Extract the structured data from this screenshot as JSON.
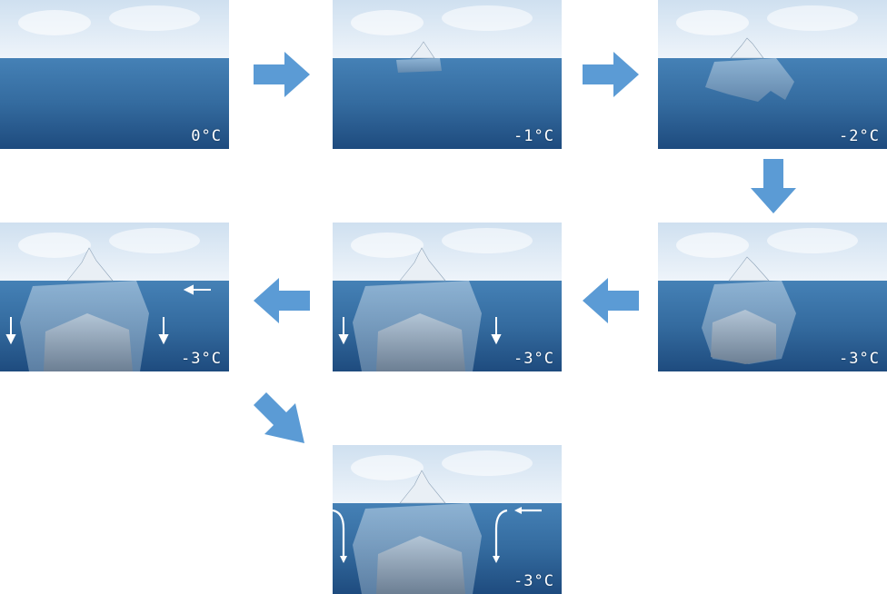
{
  "colors": {
    "sky_top": "#c9dcef",
    "sky_bottom": "#eef4fa",
    "water_top": "#3f78ad",
    "water_bottom": "#1f4f84",
    "arrow": "#5b9bd5",
    "ice": "#b8cfe4",
    "flow_arrow": "#ffffff"
  },
  "panels": [
    {
      "temp": "0°C",
      "stage": "open-water"
    },
    {
      "temp": "-1°C",
      "stage": "small-iceberg"
    },
    {
      "temp": "-2°C",
      "stage": "growing-iceberg"
    },
    {
      "temp": "-3°C",
      "stage": "large-iceberg"
    },
    {
      "temp": "-3°C",
      "stage": "iceberg-with-sinking-flow"
    },
    {
      "temp": "-3°C",
      "stage": "iceberg-with-inflow"
    },
    {
      "temp": "-3°C",
      "stage": "iceberg-with-circulation"
    }
  ],
  "icons": {
    "transition_arrow": "block-arrow-icon",
    "flow_arrow": "flow-arrow-icon"
  }
}
